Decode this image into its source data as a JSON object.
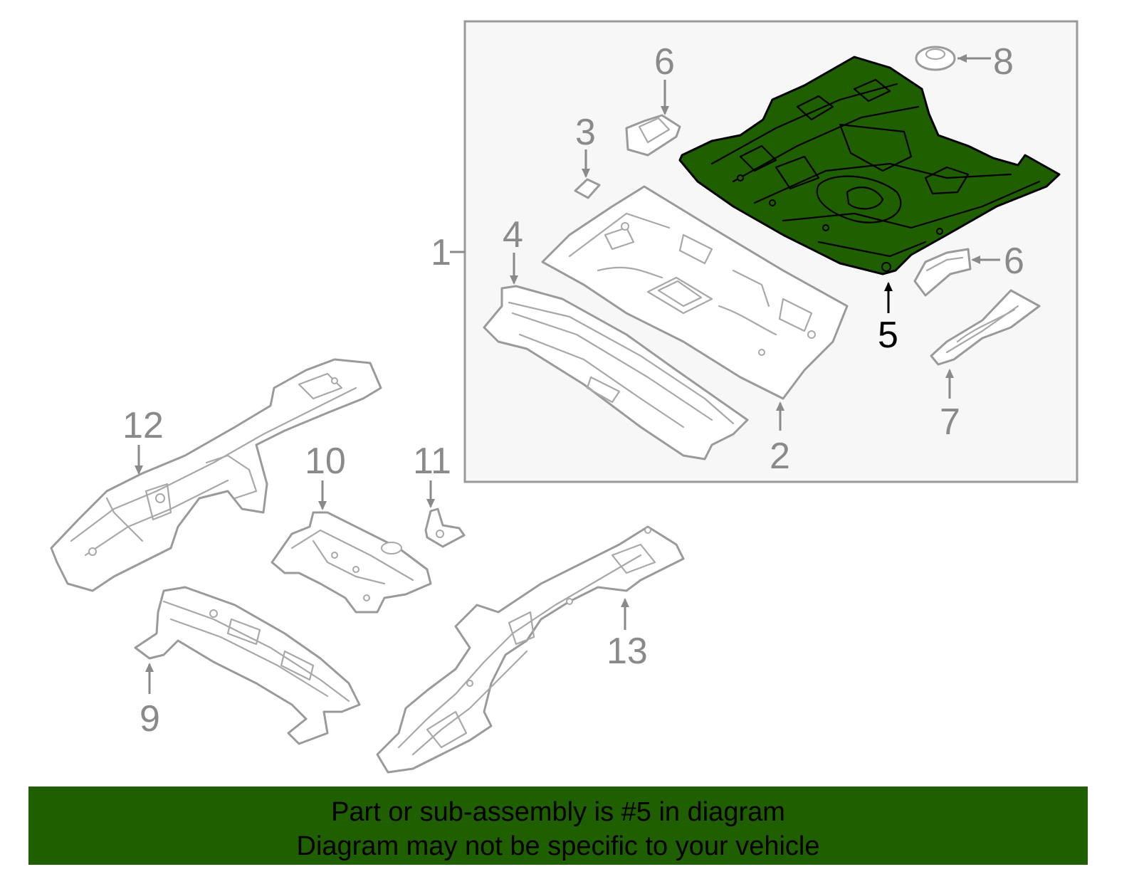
{
  "callouts": {
    "c1": "1",
    "c2": "2",
    "c3": "3",
    "c4": "4",
    "c5": "5",
    "c6a": "6",
    "c6b": "6",
    "c7": "7",
    "c8": "8",
    "c9": "9",
    "c10": "10",
    "c11": "11",
    "c12": "12",
    "c13": "13"
  },
  "highlighted_part": "5",
  "colors": {
    "highlight": "#1f5f00",
    "line": "#9a9a9a",
    "label": "#8a8a8a",
    "box_bg": "#f7f7f7"
  },
  "banner": {
    "line1": "Part or sub-assembly is #5 in diagram",
    "line2": "Diagram may not be specific to your vehicle"
  }
}
